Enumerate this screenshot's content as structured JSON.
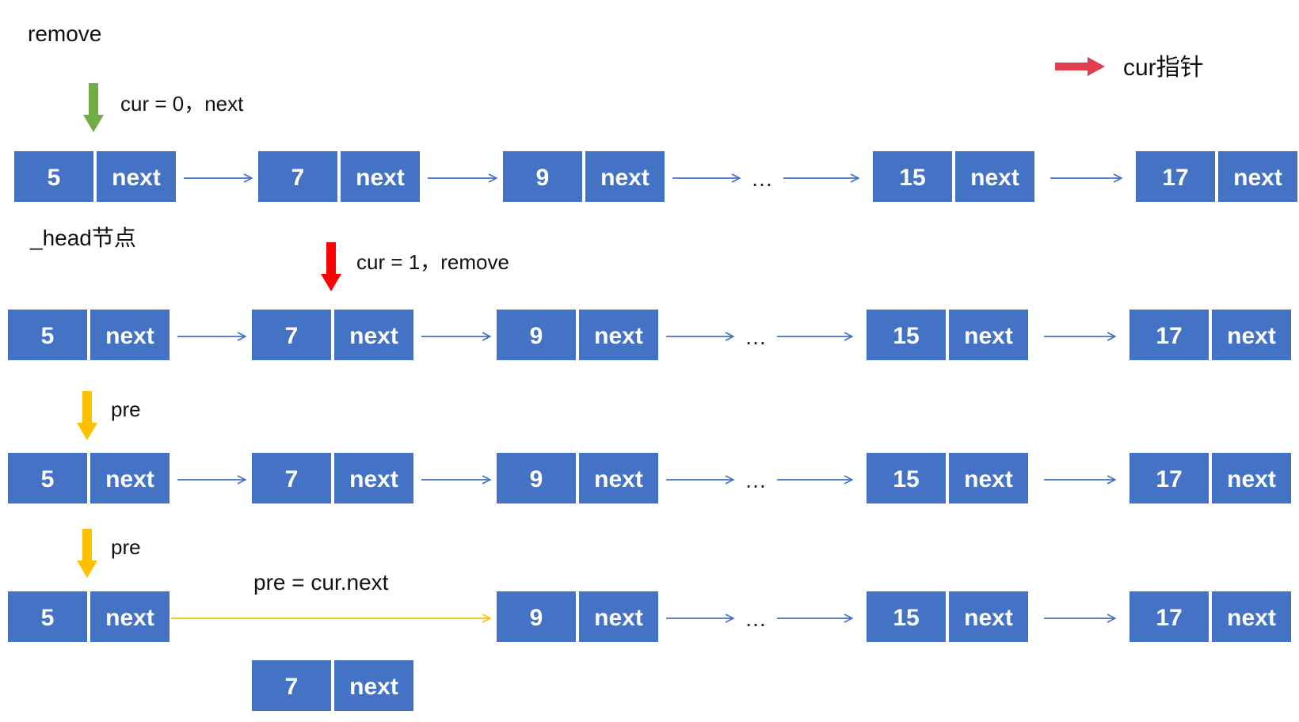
{
  "labels": {
    "title": "remove",
    "legend_text": "cur指针",
    "step1": "cur = 0，next",
    "head_node": "_head节点",
    "step2": "cur = 1，remove",
    "pre_a": "pre",
    "pre_b": "pre",
    "relink": "pre = cur.next"
  },
  "node": {
    "next_text": "next",
    "ellipsis": "…"
  },
  "rows": [
    {
      "values": [
        "5",
        "7",
        "9",
        "15",
        "17"
      ]
    },
    {
      "values": [
        "5",
        "7",
        "9",
        "15",
        "17"
      ]
    },
    {
      "values": [
        "5",
        "7",
        "9",
        "15",
        "17"
      ]
    },
    {
      "values": [
        "5",
        "9",
        "15",
        "17"
      ]
    }
  ],
  "detached": {
    "value": "7"
  },
  "colors": {
    "node_fill": "#4472C4",
    "node_text": "#ffffff",
    "link_arrow": "#4472C4",
    "legend_arrow": "#E0404F",
    "cur_arrow_1": "#70AD47",
    "cur_arrow_2": "#FF0000",
    "pre_arrow": "#FFC000",
    "relink_line": "#FFC000"
  }
}
